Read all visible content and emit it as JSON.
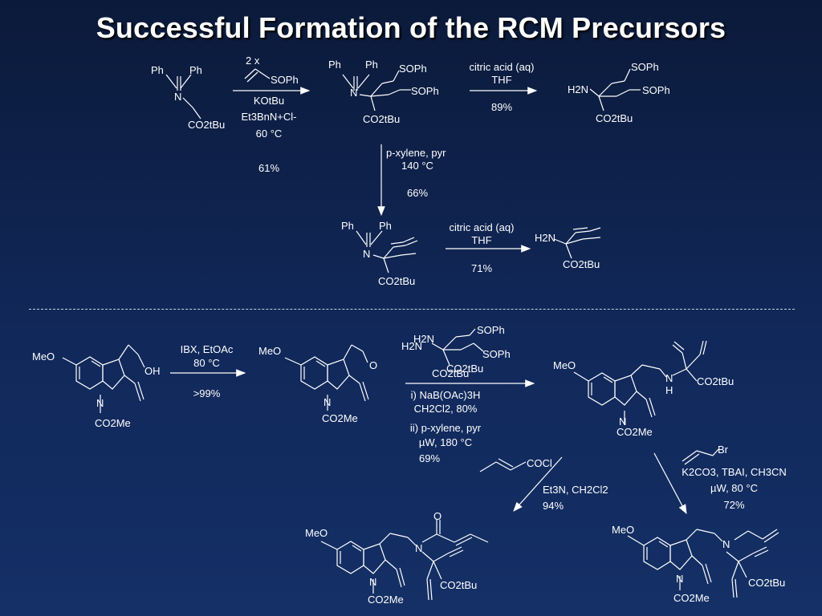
{
  "title": "Successful Formation of the RCM Precursors",
  "top": {
    "sm": {
      "ph1": "Ph",
      "ph2": "Ph",
      "n": "N",
      "ester": "CO2tBu"
    },
    "r1": {
      "mult": "2 x",
      "reagent": "SOPh",
      "base": "KOtBu",
      "ptc": "Et3BnN+Cl-",
      "temp": "60 °C",
      "yield": "61%"
    },
    "int1": {
      "ph1": "Ph",
      "ph2": "Ph",
      "n": "N",
      "s1": "SOPh",
      "s2": "SOPh",
      "ester": "CO2tBu"
    },
    "r2": {
      "line1": "citric acid (aq)",
      "line2": "THF",
      "yield": "89%"
    },
    "prod1": {
      "amine": "H2N",
      "s1": "SOPh",
      "s2": "SOPh",
      "ester": "CO2tBu"
    },
    "r3": {
      "line1": "p-xylene, pyr",
      "line2": "140 °C",
      "yield": "66%"
    },
    "int2": {
      "ph1": "Ph",
      "ph2": "Ph",
      "n": "N",
      "ester": "CO2tBu"
    },
    "r4": {
      "line1": "citric acid (aq)",
      "line2": "THF",
      "yield": "71%"
    },
    "prod2": {
      "amine": "H2N",
      "ester": "CO2tBu"
    }
  },
  "bottom": {
    "sm": {
      "meo": "MeO",
      "oh": "OH",
      "n": "N",
      "ester": "CO2Me"
    },
    "r1": {
      "line1": "IBX, EtOAc",
      "line2": "80 °C",
      "yield": ">99%"
    },
    "ald": {
      "meo": "MeO",
      "o": "O",
      "n": "N",
      "ester": "CO2Me"
    },
    "amine_reagent": {
      "amine": "H2N",
      "s1": "SOPh",
      "s2": "SOPh",
      "ester": "CO2tBu"
    },
    "r2": {
      "line1": "i) NaB(OAc)3H",
      "line2": "CH2Cl2, 80%",
      "line3": "ii) p-xylene, pyr",
      "line4": "µW, 180 °C",
      "yield": "69%"
    },
    "sec_amine": {
      "meo": "MeO",
      "n": "N",
      "h": "H",
      "ester": "CO2tBu",
      "ester2": "CO2Me"
    },
    "r3": {
      "reagent": "COCl",
      "line1": "Et3N, CH2Cl2",
      "yield": "94%"
    },
    "r4": {
      "reagent": "Br",
      "line1": "K2CO3, TBAI, CH3CN",
      "line2": "µW, 80 °C",
      "yield": "72%"
    },
    "amide": {
      "meo": "MeO",
      "o": "O",
      "n": "N",
      "ester": "CO2tBu",
      "ester2": "CO2Me"
    },
    "tert_amine": {
      "meo": "MeO",
      "n": "N",
      "ester": "CO2tBu",
      "ester2": "CO2Me"
    }
  }
}
